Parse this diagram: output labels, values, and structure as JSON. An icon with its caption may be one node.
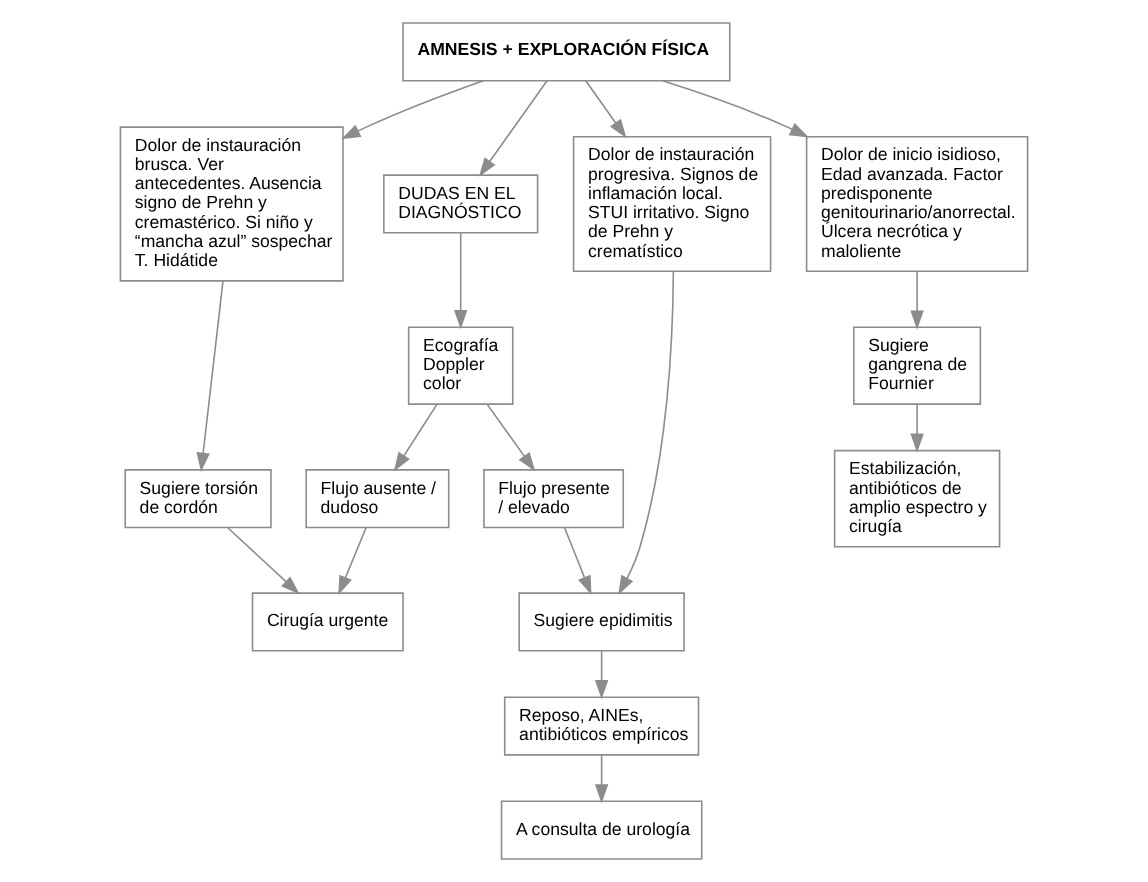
{
  "diagram": {
    "nodes": [
      {
        "text": [
          "AMNESIS + EXPLORACIÓN FÍSICA"
        ]
      },
      {
        "text": [
          "Dolor de instauración brusca. Ver antecedentes. Ausencia signo de Prehn y cremastérico. Si niño y “mancha azul” sospechar T. Hidátide"
        ]
      },
      {
        "text": [
          "DUDAS EN EL DIAGNÓSTICO"
        ]
      },
      {
        "text": [
          "Dolor de instauración progresiva. Signos de inflamación local. STUI irritativo. Signo de Prehn y crematístico"
        ]
      },
      {
        "text": [
          "Dolor de inicio isidioso, Edad avanzada. Factor predisponente genitourinario/anorrectal. Úlcera necrótica y maloliente"
        ]
      },
      {
        "text": [
          "Sugiere torsión de cordón"
        ]
      },
      {
        "text": [
          "Ecografía Doppler color"
        ]
      },
      {
        "text": [
          "Sugiere epidimitis"
        ]
      },
      {
        "text": [
          "Sugiere gangrena de Fournier"
        ]
      },
      {
        "text": [
          "Flujo presente / elevado"
        ]
      },
      {
        "text": [
          "Cirugía urgente"
        ]
      },
      {
        "text": [
          "Flujo ausente / dudoso"
        ]
      },
      {
        "text": [
          "Reposo, AINEs, antibióticos empíricos"
        ]
      },
      {
        "text": [
          "Estabilización, antibióticos de amplio espectro y cirugía"
        ]
      },
      {
        "text": [
          "A consulta de urología"
        ]
      }
    ],
    "edges": [
      {
        "from": 0,
        "to": 1,
        "arrow": "to"
      },
      {
        "from": 0,
        "to": 2,
        "arrow": "to"
      },
      {
        "from": 0,
        "to": 3,
        "arrow": "to"
      },
      {
        "from": 0,
        "to": 4,
        "arrow": "to"
      },
      {
        "from": 1,
        "to": 5,
        "arrow": "to"
      },
      {
        "from": 2,
        "to": 6,
        "arrow": "to"
      },
      {
        "from": 3,
        "to": 7,
        "arrow": "to"
      },
      {
        "from": 4,
        "to": 8,
        "arrow": "to"
      },
      {
        "from": 5,
        "to": 10,
        "arrow": "to"
      },
      {
        "from": 6,
        "to": 9,
        "arrow": "to"
      },
      {
        "from": 6,
        "to": 11,
        "arrow": "to"
      },
      {
        "from": 9,
        "to": 7,
        "arrow": "to"
      },
      {
        "from": 11,
        "to": 10,
        "arrow": "to"
      },
      {
        "from": 7,
        "to": 12,
        "arrow": "to"
      },
      {
        "from": 8,
        "to": 13,
        "arrow": "to"
      },
      {
        "from": 12,
        "to": 14,
        "arrow": "to"
      }
    ]
  }
}
